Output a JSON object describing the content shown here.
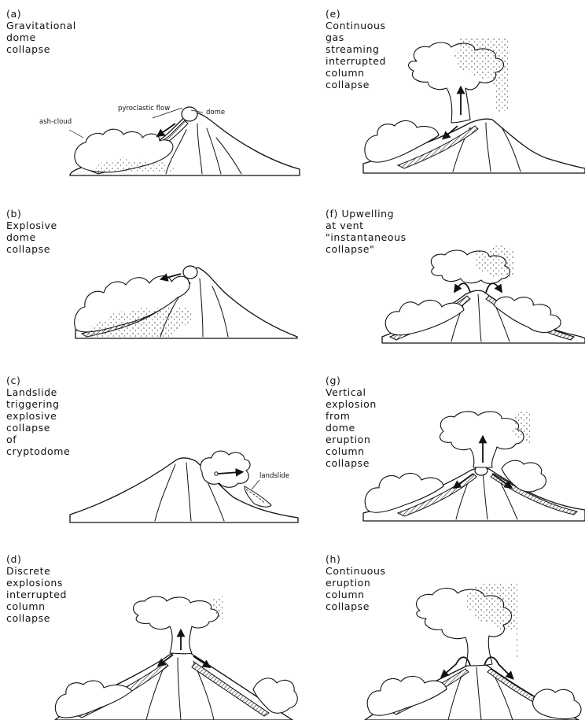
{
  "panels": {
    "a": {
      "label": "(a) Gravitational dome collapse"
    },
    "b": {
      "label": "(b) Explosive dome collapse"
    },
    "c": {
      "label": "(c) Landslide triggering\n     explosive collapse\n     of cryptodome"
    },
    "d": {
      "label": "(d) Discrete explosions\n     interrupted column\n     collapse"
    },
    "e": {
      "label": "(e) Continuous gas streaming\n     interrupted column collapse"
    },
    "f": {
      "label": "(f) Upwelling at vent\n     \"instantaneous collapse\""
    },
    "g": {
      "label": "(g) Vertical explosion from\n     dome eruption column collapse"
    },
    "h": {
      "label": "(h) Continuous eruption\n     column collapse"
    }
  },
  "annotations": {
    "pyroclastic_flow": "pyroclastic flow",
    "dome": "dome",
    "ash_cloud": "ash-cloud",
    "landslide": "landslide"
  }
}
